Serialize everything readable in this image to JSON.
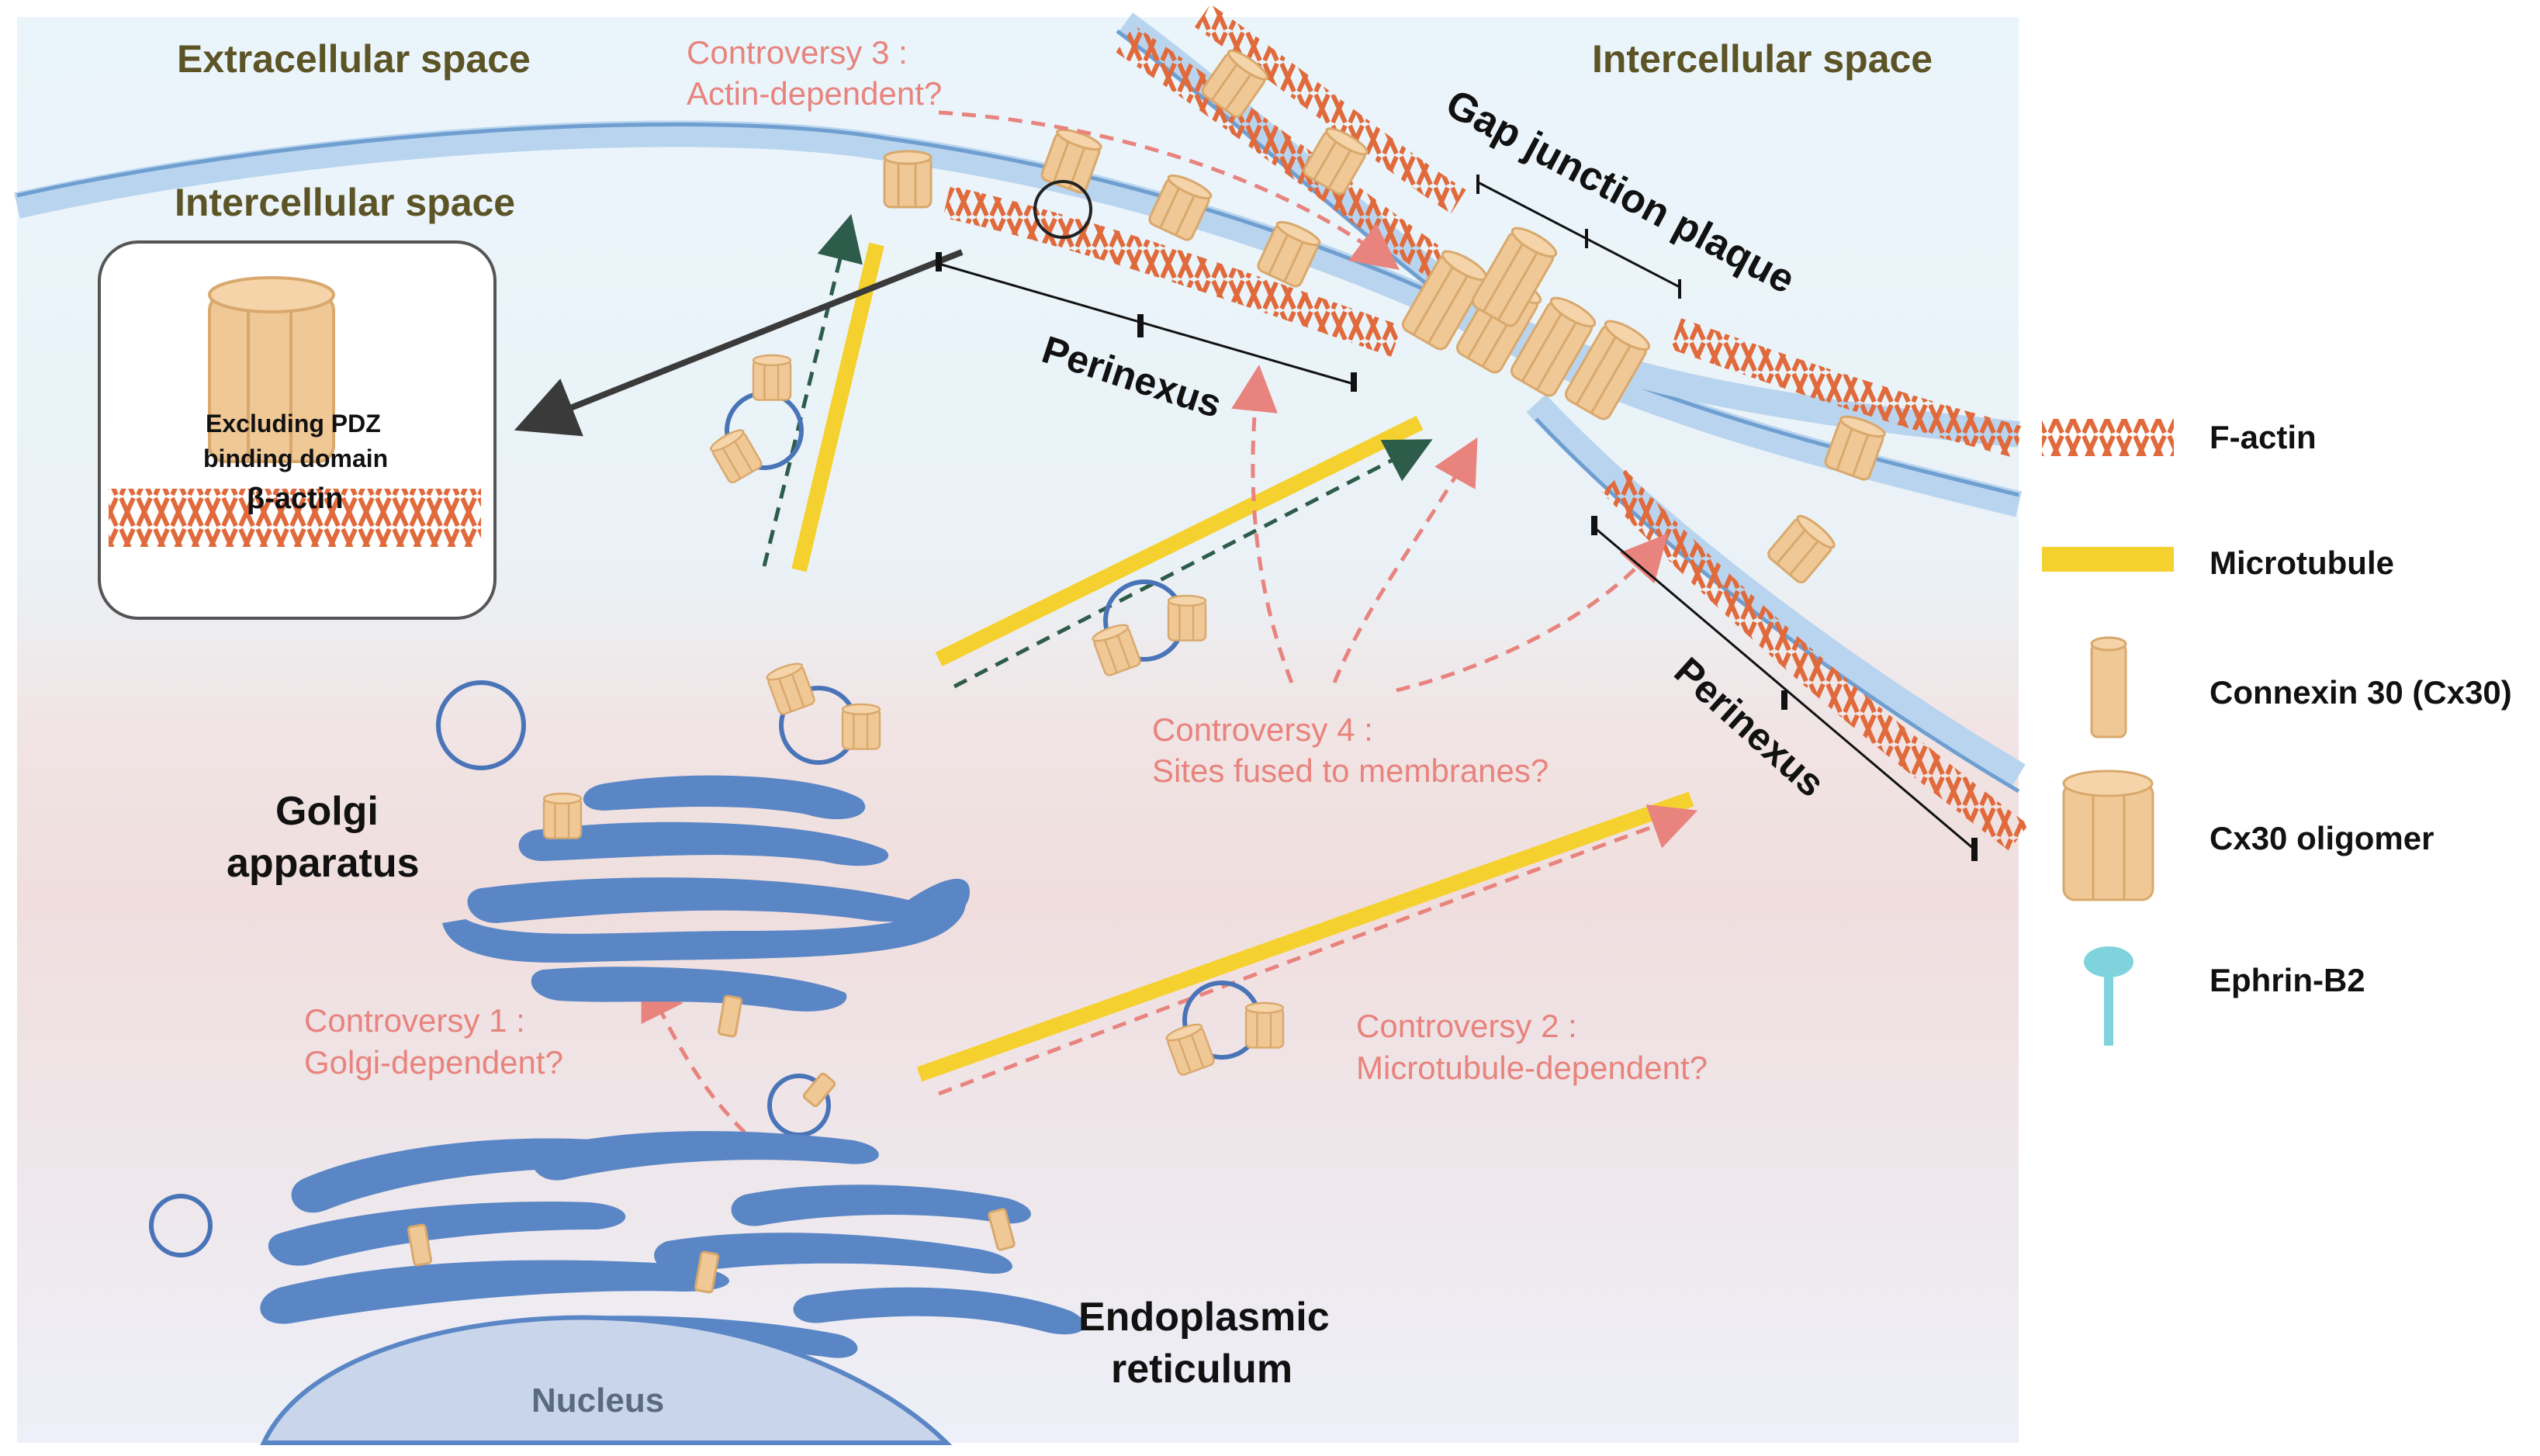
{
  "labels": {
    "extracellular_space": "Extracellular space",
    "intercellular_space_top": "Intercellular space",
    "intercellular_space_left": "Intercellular space",
    "gap_junction_plaque": "Gap junction plaque",
    "perinexus_top": "Perinexus",
    "perinexus_right": "Perinexus",
    "golgi_line1": "Golgi",
    "golgi_line2": "apparatus",
    "er_line1": "Endoplasmic",
    "er_line2": "reticulum",
    "nucleus": "Nucleus",
    "inset_line1": "Excluding PDZ",
    "inset_line2": "binding domain",
    "inset_line3": "β-actin"
  },
  "controversies": {
    "c1_line1": "Controversy 1 :",
    "c1_line2": "Golgi-dependent?",
    "c2_line1": "Controversy 2 :",
    "c2_line2": "Microtubule-dependent?",
    "c3_line1": "Controversy 3 :",
    "c3_line2": "Actin-dependent?",
    "c4_line1": "Controversy 4 :",
    "c4_line2": "Sites fused to membranes?"
  },
  "legend": {
    "items": [
      {
        "icon": "f-actin-icon",
        "label": "F-actin"
      },
      {
        "icon": "microtubule-icon",
        "label": "Microtubule"
      },
      {
        "icon": "connexin-icon",
        "label": "Connexin 30 (Cx30)"
      },
      {
        "icon": "oligomer-icon",
        "label": "Cx30 oligomer"
      },
      {
        "icon": "ephrin-icon",
        "label": "Ephrin-B2"
      }
    ]
  },
  "colors": {
    "membrane": "#6f9fd1",
    "membrane_fill": "#b9d4ee",
    "organelle": "#5b86c5",
    "actin": "#e06a3c",
    "microtubule": "#f5d12f",
    "connexin": "#f0c896",
    "ephrin": "#7fd3dd",
    "controversy": "#e8837d",
    "vesicle_arrow": "#2e5c4a"
  }
}
